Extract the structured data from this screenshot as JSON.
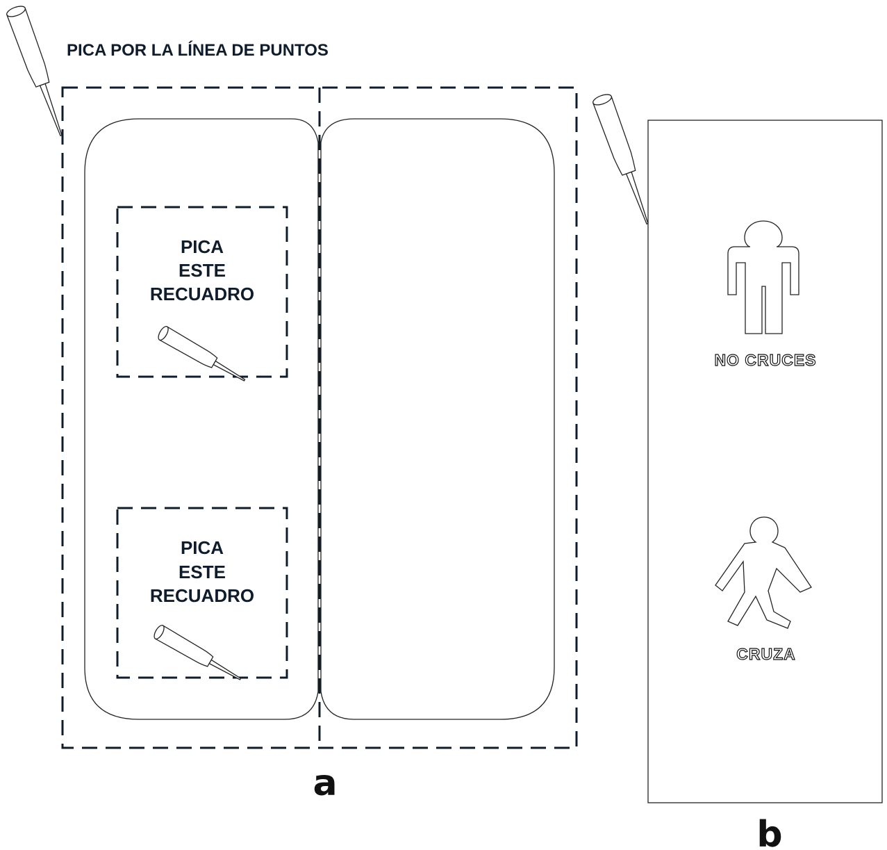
{
  "heading": "PICA POR LA LÍNEA DE PUNTOS",
  "panel_a": {
    "letter": "a",
    "box_top": {
      "line1": "PICA",
      "line2": "ESTE",
      "line3": "RECUADRO"
    },
    "box_bottom": {
      "line1": "PICA",
      "line2": "ESTE",
      "line3": "RECUADRO"
    }
  },
  "panel_b": {
    "letter": "b",
    "stop_label": "NO CRUCES",
    "walk_label": "CRUZA"
  },
  "colors": {
    "ink": "#0f1c2c",
    "outline": "#222222",
    "background": "#ffffff"
  },
  "icons": [
    "punch-tool-icon",
    "standing-figure-icon",
    "walking-figure-icon"
  ]
}
